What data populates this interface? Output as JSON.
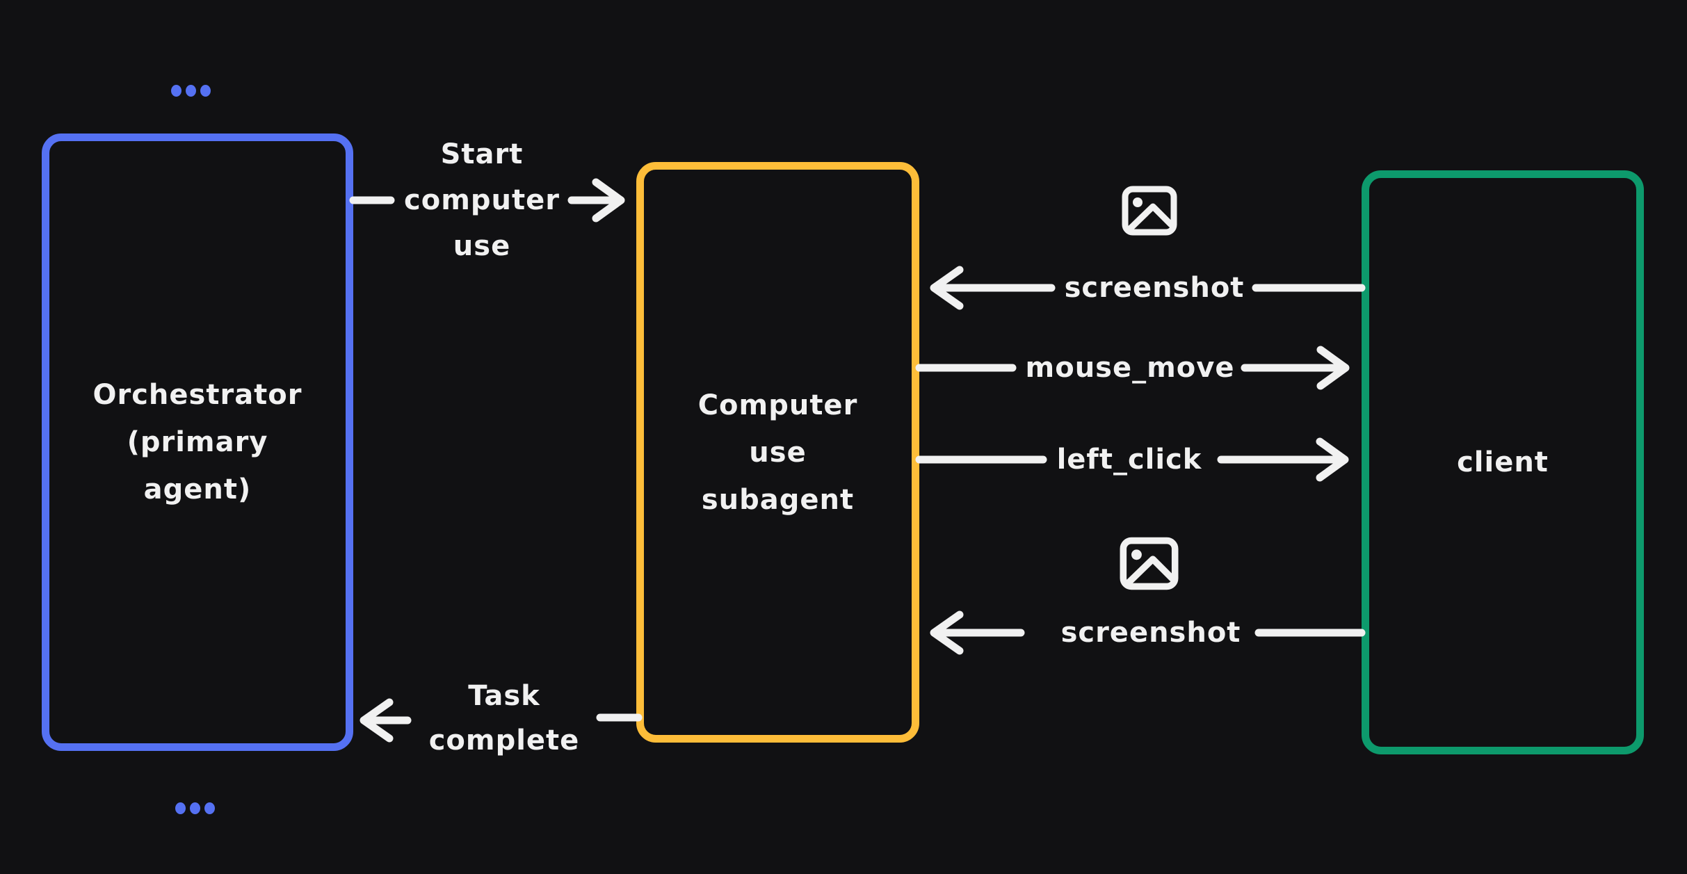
{
  "diagram_title": "",
  "boxes": {
    "orchestrator": {
      "lines": [
        "Orchestrator",
        "(primary",
        "agent)"
      ],
      "color": "#5571f2"
    },
    "subagent": {
      "lines": [
        "Computer",
        "use",
        "subagent"
      ],
      "color": "#fdbd39"
    },
    "client": {
      "lines": [
        "client"
      ],
      "color": "#0d9a6c"
    }
  },
  "labels": {
    "start": {
      "lines": [
        "Start",
        "computer",
        "use"
      ]
    },
    "screenshot_top": "screenshot",
    "mouse_move": "mouse_move",
    "left_click": "left_click",
    "screenshot_bottom": "screenshot",
    "task": {
      "lines": [
        "Task",
        "complete"
      ]
    }
  },
  "icons": {
    "above_screenshot_top": "image-icon",
    "above_screenshot_bottom": "image-icon",
    "ellipsis_above_orchestrator": "ellipsis-icon",
    "ellipsis_below_orchestrator": "ellipsis-icon"
  },
  "colors": {
    "background": "#111113",
    "blue": "#5571f2",
    "yellow": "#fdbd39",
    "green": "#0d9a6c",
    "stroke_white": "#f1f1f1",
    "text": "#f1f1f1"
  }
}
